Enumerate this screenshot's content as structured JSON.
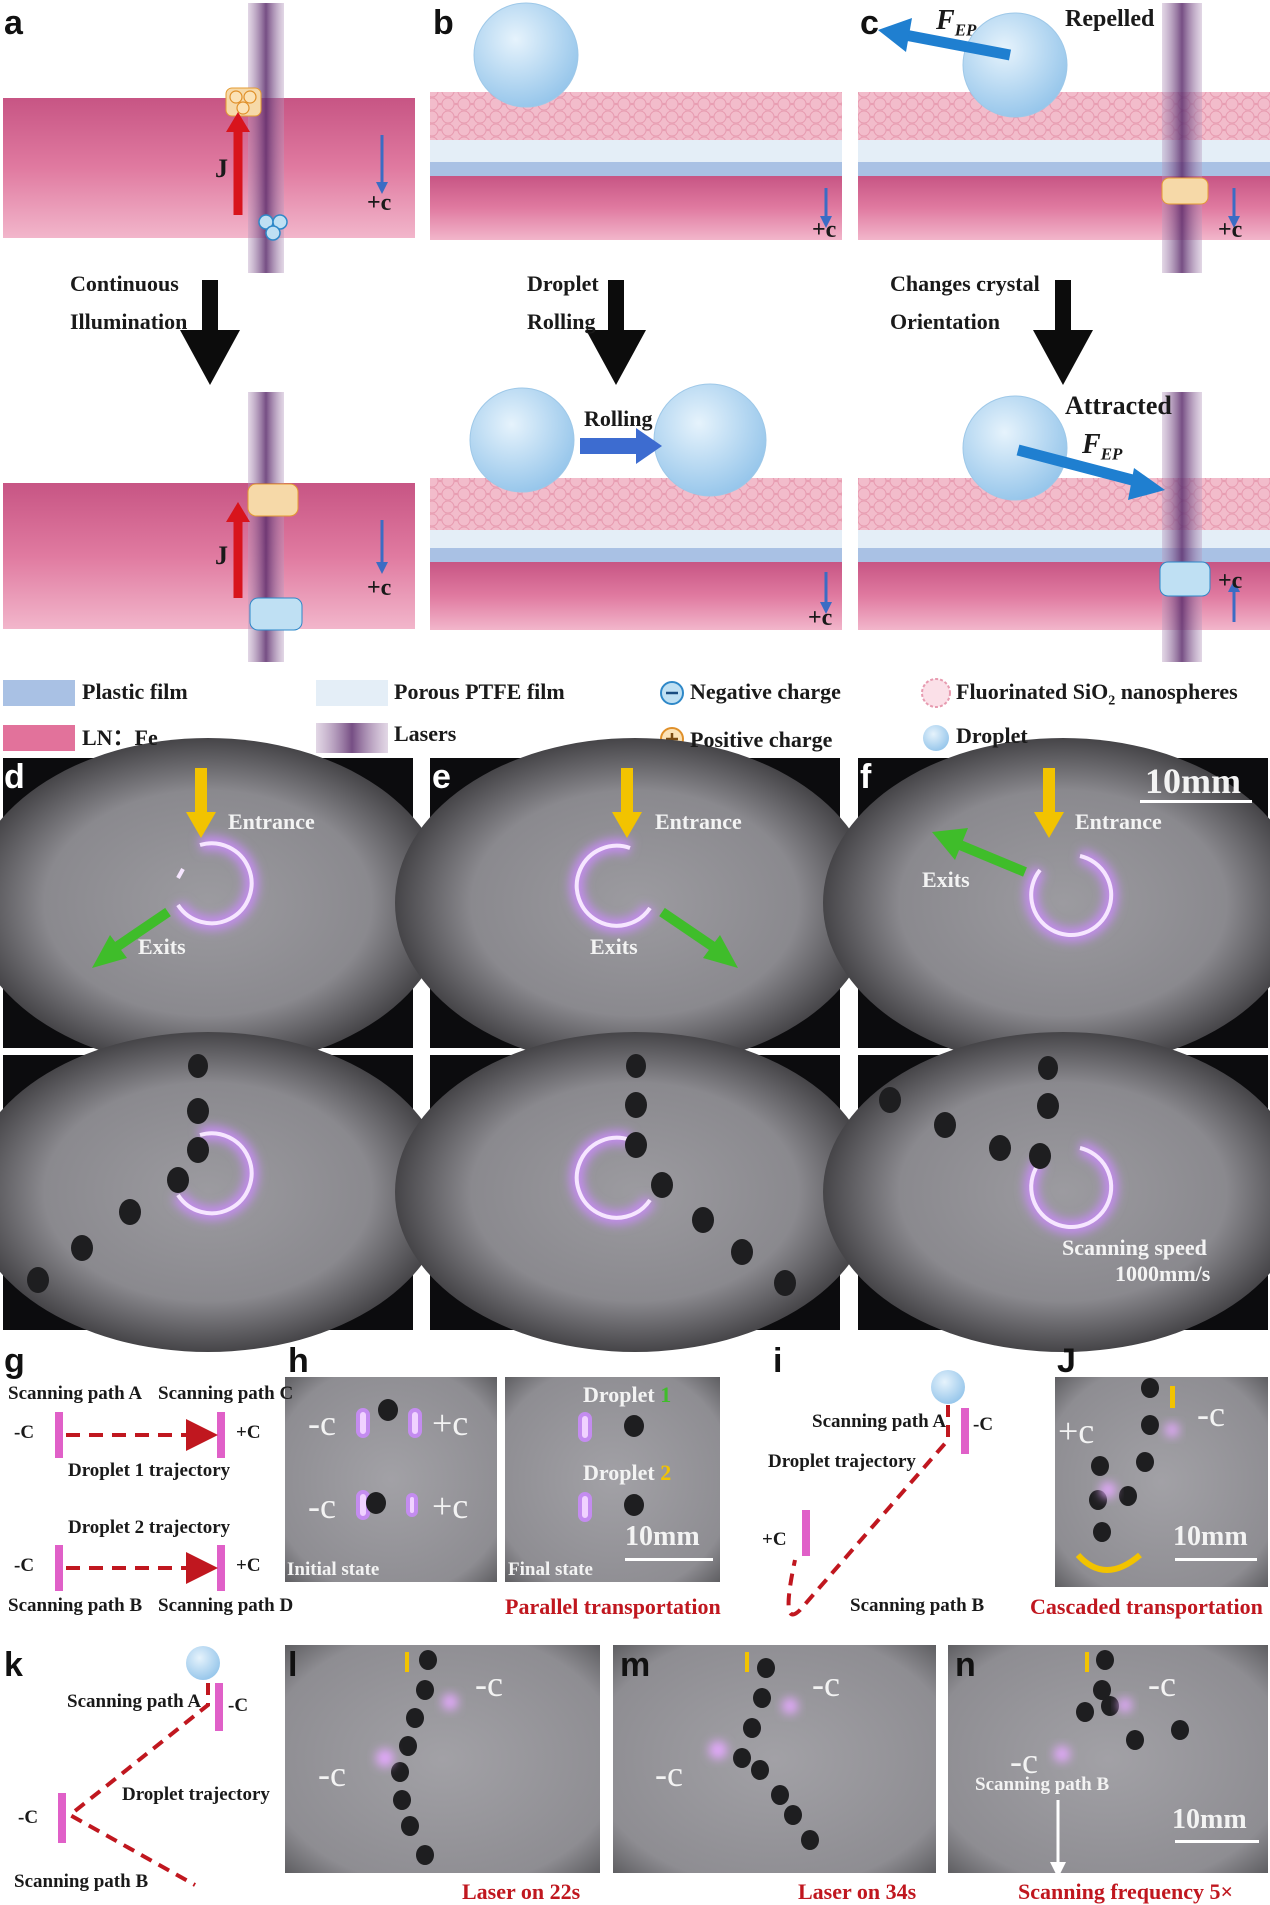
{
  "panel_labels": {
    "a": "a",
    "b": "b",
    "c": "c",
    "d": "d",
    "e": "e",
    "f": "f",
    "g": "g",
    "h": "h",
    "i": "i",
    "j": "J",
    "k": "k",
    "l": "l",
    "m": "m",
    "n": "n"
  },
  "schematics": {
    "a_top_j": "J",
    "a_bottom_j": "J",
    "axis": "+c",
    "a_step": [
      "Continuous",
      "Illumination"
    ],
    "b_step": [
      "Droplet",
      "Rolling"
    ],
    "b_rolling": "Rolling",
    "c_step": [
      "Changes crystal",
      "Orientation"
    ],
    "c_repelled": "Repelled",
    "c_attracted": "Attracted",
    "force_main": "F",
    "force_sub": "EP",
    "charge_plus": "+",
    "charge_minus": "−"
  },
  "legend": {
    "plastic_film": "Plastic film",
    "porous_ptfe": "Porous PTFE film",
    "negative_charge": "Negative charge",
    "fluorinated_pre": "Fluorinated SiO",
    "fluorinated_sub": "2",
    "fluorinated_post": " nanospheres",
    "ln_fe": "LN：Fe",
    "lasers": "Lasers",
    "positive_charge": "Positive charge",
    "droplet": "Droplet"
  },
  "photos_def": {
    "entrance": "Entrance",
    "exits": "Exits",
    "scale": "10mm",
    "scanning_speed": [
      "Scanning speed",
      "1000mm/s"
    ]
  },
  "panel_g": {
    "path_a": "Scanning path A",
    "path_c": "Scanning path C",
    "path_b": "Scanning path B",
    "path_d": "Scanning path D",
    "minus_c": "-C",
    "plus_c": "+C",
    "traj1": "Droplet 1 trajectory",
    "traj2": "Droplet 2 trajectory"
  },
  "panel_h": {
    "minus_c": "-c",
    "plus_c": "+c",
    "initial": "Initial state",
    "final": "Final state",
    "droplet1_word": "Droplet ",
    "droplet1_num": "1",
    "droplet2_word": "Droplet ",
    "droplet2_num": "2",
    "scale": "10mm",
    "caption": "Parallel transportation"
  },
  "panel_i": {
    "path_a": "Scanning path A",
    "path_b": "Scanning path B",
    "minus_c": "-C",
    "plus_c": "+C",
    "trajectory": "Droplet trajectory"
  },
  "panel_j": {
    "plus_c": "+c",
    "minus_c": "-c",
    "scale": "10mm",
    "caption": "Cascaded transportation"
  },
  "panel_k": {
    "path_a": "Scanning path A",
    "path_b": "Scanning path B",
    "minus_c": "-C",
    "trajectory": "Droplet trajectory"
  },
  "panel_l": {
    "minus_c": "-c",
    "caption": "Laser on 22s"
  },
  "panel_m": {
    "minus_c": "-c",
    "caption": "Laser on 34s"
  },
  "panel_n": {
    "minus_c": "-c",
    "path_b": "Scanning path B",
    "scale": "10mm",
    "caption": "Scanning frequency 5×"
  },
  "colors": {
    "crystal_pink": "#d9668e",
    "plastic_blue": "#a9c1e4",
    "ptfe_blue": "#e4eef7",
    "laser_purple": "#7a4b86",
    "droplet_blue": "#bcdcf2",
    "current_red": "#d8141c",
    "force_blue": "#1f7fd0",
    "caption_red": "#c0171f",
    "arrow_yellow": "#f2c300",
    "arrow_green": "#3fbd2a"
  }
}
